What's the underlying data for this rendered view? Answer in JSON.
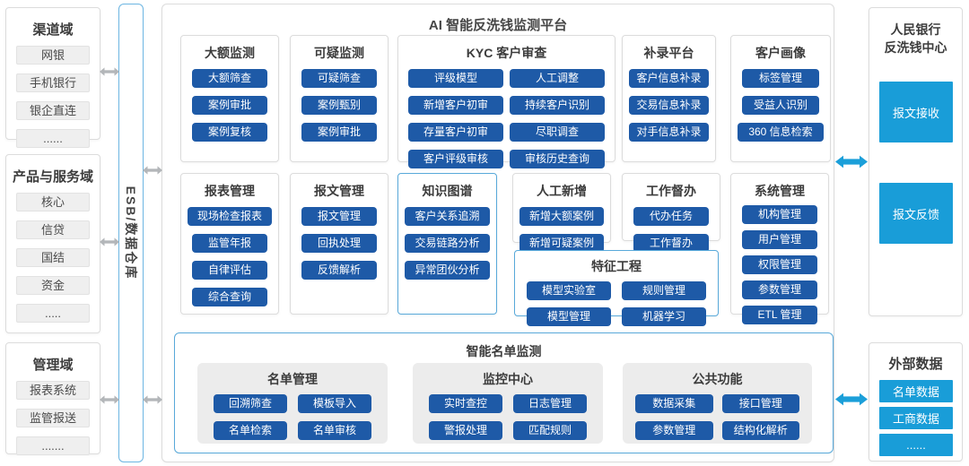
{
  "colors": {
    "module_chip_blue": "#1e5aa7",
    "cyan_accent": "#199dd8",
    "diagram_border_blue": "#58a9da",
    "gray_arrow": "#b3b6b9"
  },
  "left": {
    "channel": {
      "title": "渠道域",
      "items": [
        "网银",
        "手机银行",
        "银企直连",
        "......"
      ]
    },
    "product": {
      "title": "产品与服务域",
      "items": [
        "核心",
        "信贷",
        "国结",
        "资金",
        "....."
      ]
    },
    "management": {
      "title": "管理域",
      "items": [
        "报表系统",
        "监管报送",
        "......."
      ]
    }
  },
  "esb": {
    "label": "ESB/数据仓库"
  },
  "platform": {
    "title": "AI 智能反洗钱监测平台",
    "large_monitor": {
      "title": "大额监测",
      "items": [
        "大额筛查",
        "案例审批",
        "案例复核"
      ]
    },
    "suspicious_monitor": {
      "title": "可疑监测",
      "items": [
        "可疑筛查",
        "案例甄别",
        "案例审批"
      ]
    },
    "kyc": {
      "title": "KYC 客户审查",
      "items": [
        "评级模型",
        "人工调整",
        "新增客户初审",
        "持续客户识别",
        "存量客户初审",
        "尽职调查",
        "客户评级审核",
        "审核历史查询"
      ]
    },
    "supplement": {
      "title": "补录平台",
      "items": [
        "客户信息补录",
        "交易信息补录",
        "对手信息补录"
      ]
    },
    "profile": {
      "title": "客户画像",
      "items": [
        "标签管理",
        "受益人识别",
        "360 信息检索"
      ]
    },
    "report_mgmt": {
      "title": "报表管理",
      "items": [
        "现场检查报表",
        "监管年报",
        "自律评估",
        "综合查询"
      ]
    },
    "message_mgmt": {
      "title": "报文管理",
      "items": [
        "报文管理",
        "回执处理",
        "反馈解析"
      ]
    },
    "knowledge_graph": {
      "title": "知识图谱",
      "items": [
        "客户关系追溯",
        "交易链路分析",
        "异常团伙分析"
      ]
    },
    "manual_add": {
      "title": "人工新增",
      "items": [
        "新增大额案例",
        "新增可疑案例"
      ]
    },
    "supervise": {
      "title": "工作督办",
      "items": [
        "代办任务",
        "工作督办"
      ]
    },
    "system_mgmt": {
      "title": "系统管理",
      "items": [
        "机构管理",
        "用户管理",
        "权限管理",
        "参数管理",
        "ETL 管理"
      ]
    },
    "feature_eng": {
      "title": "特征工程",
      "items": [
        "模型实验室",
        "规则管理",
        "模型管理",
        "机器学习"
      ]
    },
    "list_monitor": {
      "title": "智能名单监测",
      "list_mgmt": {
        "title": "名单管理",
        "items": [
          "回溯筛查",
          "模板导入",
          "名单检索",
          "名单审核"
        ]
      },
      "monitor_center": {
        "title": "监控中心",
        "items": [
          "实时查控",
          "日志管理",
          "警报处理",
          "匹配规则"
        ]
      },
      "common_func": {
        "title": "公共功能",
        "items": [
          "数据采集",
          "接口管理",
          "参数管理",
          "结构化解析"
        ]
      }
    }
  },
  "right": {
    "pboc": {
      "title_line1": "人民银行",
      "title_line2": "反洗钱中心",
      "items": [
        "报文接收",
        "报文反馈"
      ]
    },
    "external": {
      "title": "外部数据",
      "items": [
        "名单数据",
        "工商数据",
        "......"
      ]
    }
  }
}
